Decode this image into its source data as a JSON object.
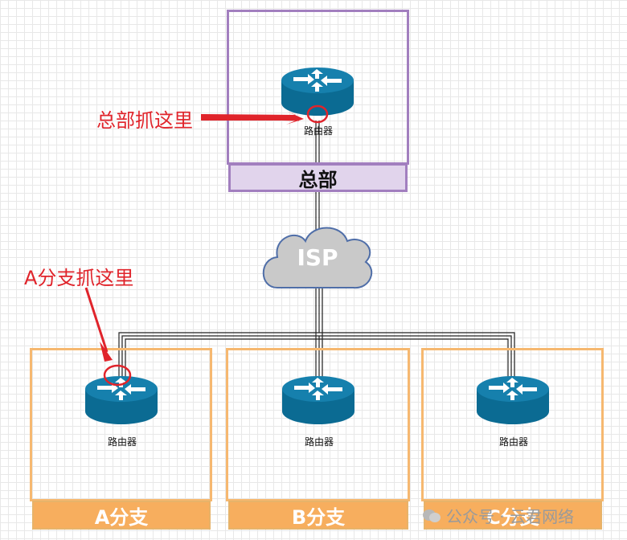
{
  "headquarters": {
    "label": "总部",
    "router_caption": "路由器",
    "annotation": "总部抓这里"
  },
  "isp": {
    "label": "ISP"
  },
  "branches": [
    {
      "label": "A分支",
      "router_caption": "路由器",
      "annotation": "A分支抓这里"
    },
    {
      "label": "B分支",
      "router_caption": "路由器"
    },
    {
      "label": "C分支",
      "router_caption": "路由器"
    }
  ],
  "watermark": {
    "text": "公众号 · 云君网络"
  },
  "colors": {
    "hq_border": "#a27fbf",
    "hq_label_bg": "#e1d4ec",
    "branch_border": "#f6b870",
    "branch_label_bg": "#f7ae5e",
    "router_blue": "#0b6b93",
    "annotation_red": "#e0242b",
    "cloud_fill": "#c9c9c9",
    "cloud_stroke": "#4f6ea8"
  }
}
